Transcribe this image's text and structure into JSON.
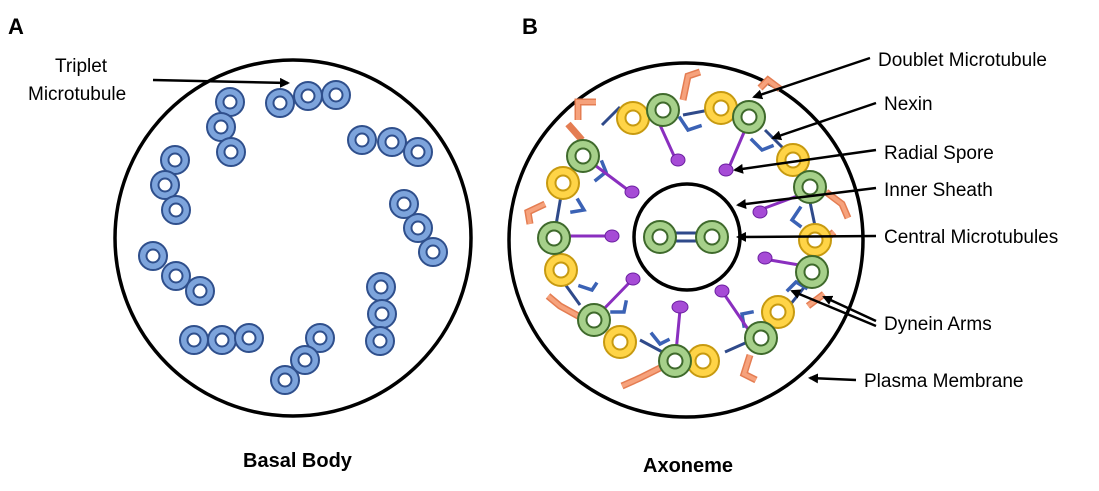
{
  "panels": {
    "a": {
      "letter": "A",
      "caption": "Basal Body",
      "label_line1": "Triplet",
      "label_line2": "Microtubule"
    },
    "b": {
      "letter": "B",
      "caption": "Axoneme",
      "labels": {
        "doublet": "Doublet Microtubule",
        "nexin": "Nexin",
        "radial": "Radial Spore",
        "inner_sheath": "Inner Sheath",
        "central": "Central Microtubules",
        "dynein": "Dynein Arms",
        "plasma": "Plasma Membrane"
      }
    }
  },
  "colors": {
    "triplet": "#7da4dc",
    "doublet_a": "#a6d08a",
    "doublet_b": "#ffd447",
    "radial_spoke": "#a64bd6",
    "dynein": "#3b62b5",
    "outer_dynein": "#e47d52"
  }
}
